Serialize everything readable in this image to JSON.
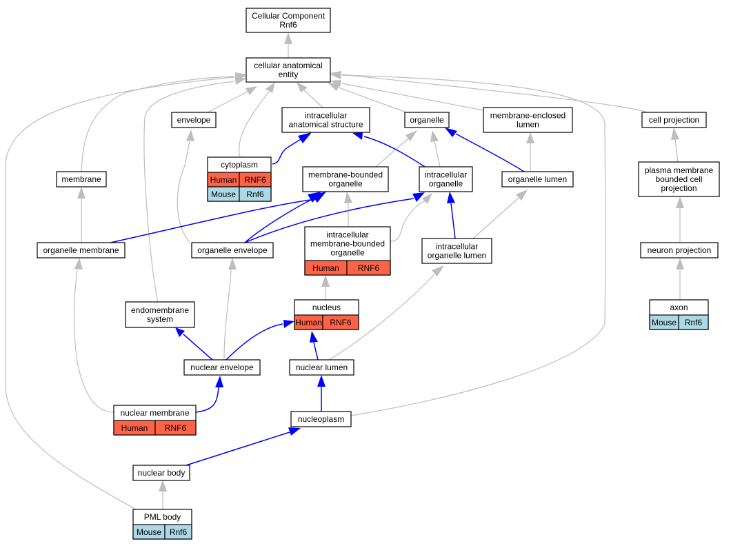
{
  "colors": {
    "human": "#ff6347",
    "mouse": "#add8e6",
    "is_a_edge": "#bdbdbd",
    "part_of_edge": "#0000ff"
  },
  "nodes": {
    "root": [
      "Cellular Component",
      "Rnf6"
    ],
    "cae": [
      "cellular anatomical",
      "entity"
    ],
    "envelope": [
      "envelope"
    ],
    "ias": [
      "intracellular",
      "anatomical structure"
    ],
    "organelle": [
      "organelle"
    ],
    "mel": [
      "membrane-enclosed",
      "lumen"
    ],
    "cellproj": [
      "cell projection"
    ],
    "membrane": [
      "membrane"
    ],
    "cytoplasm": [
      "cytoplasm"
    ],
    "mbo": [
      "membrane-bounded",
      "organelle"
    ],
    "io": [
      "intracellular",
      "organelle"
    ],
    "olumen": [
      "organelle lumen"
    ],
    "pmbcp": [
      "plasma membrane",
      "bounded cell",
      "projection"
    ],
    "omem": [
      "organelle membrane"
    ],
    "oenv": [
      "organelle envelope"
    ],
    "imbo": [
      "intracellular",
      "membrane-bounded",
      "organelle"
    ],
    "iol": [
      "intracellular",
      "organelle lumen"
    ],
    "nproj": [
      "neuron projection"
    ],
    "endo": [
      "endomembrane",
      "system"
    ],
    "nucleus": [
      "nucleus"
    ],
    "axon": [
      "axon"
    ],
    "nenv": [
      "nuclear envelope"
    ],
    "nlumen": [
      "nuclear lumen"
    ],
    "nmem": [
      "nuclear membrane"
    ],
    "nplasm": [
      "nucleoplasm"
    ],
    "nbody": [
      "nuclear body"
    ],
    "pml": [
      "PML body"
    ]
  },
  "annotations": {
    "cytoplasm": [
      [
        "Human",
        "RNF6"
      ],
      [
        "Mouse",
        "Rnf6"
      ]
    ],
    "imbo": [
      [
        "Human",
        "RNF6"
      ]
    ],
    "nucleus": [
      [
        "Human",
        "RNF6"
      ]
    ],
    "axon": [
      [
        "Mouse",
        "Rnf6"
      ]
    ],
    "nmem": [
      [
        "Human",
        "RNF6"
      ]
    ],
    "pml": [
      [
        "Mouse",
        "Rnf6"
      ]
    ]
  }
}
